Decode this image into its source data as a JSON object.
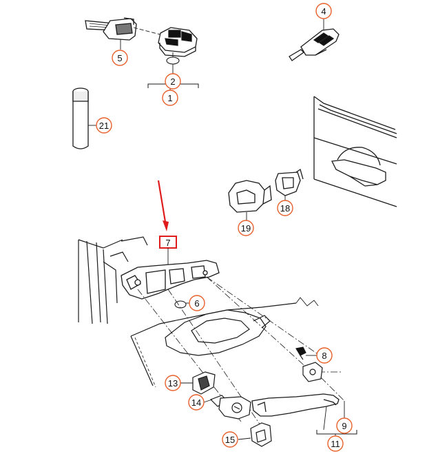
{
  "diagram": {
    "callouts": [
      {
        "id": "1",
        "label": "1"
      },
      {
        "id": "2",
        "label": "2"
      },
      {
        "id": "4",
        "label": "4"
      },
      {
        "id": "5",
        "label": "5"
      },
      {
        "id": "6",
        "label": "6"
      },
      {
        "id": "8",
        "label": "8"
      },
      {
        "id": "9",
        "label": "9"
      },
      {
        "id": "11",
        "label": "11"
      },
      {
        "id": "13",
        "label": "13"
      },
      {
        "id": "14",
        "label": "14"
      },
      {
        "id": "15",
        "label": "15"
      },
      {
        "id": "18",
        "label": "18"
      },
      {
        "id": "19",
        "label": "19"
      },
      {
        "id": "21",
        "label": "21"
      }
    ],
    "highlighted_callout": {
      "id": "7",
      "label": "7"
    },
    "colors": {
      "callout_ring": "#e8602c",
      "highlight_box": "#e01b1b",
      "arrow": "#e01b1b",
      "line_art": "#1a1a1a"
    }
  }
}
